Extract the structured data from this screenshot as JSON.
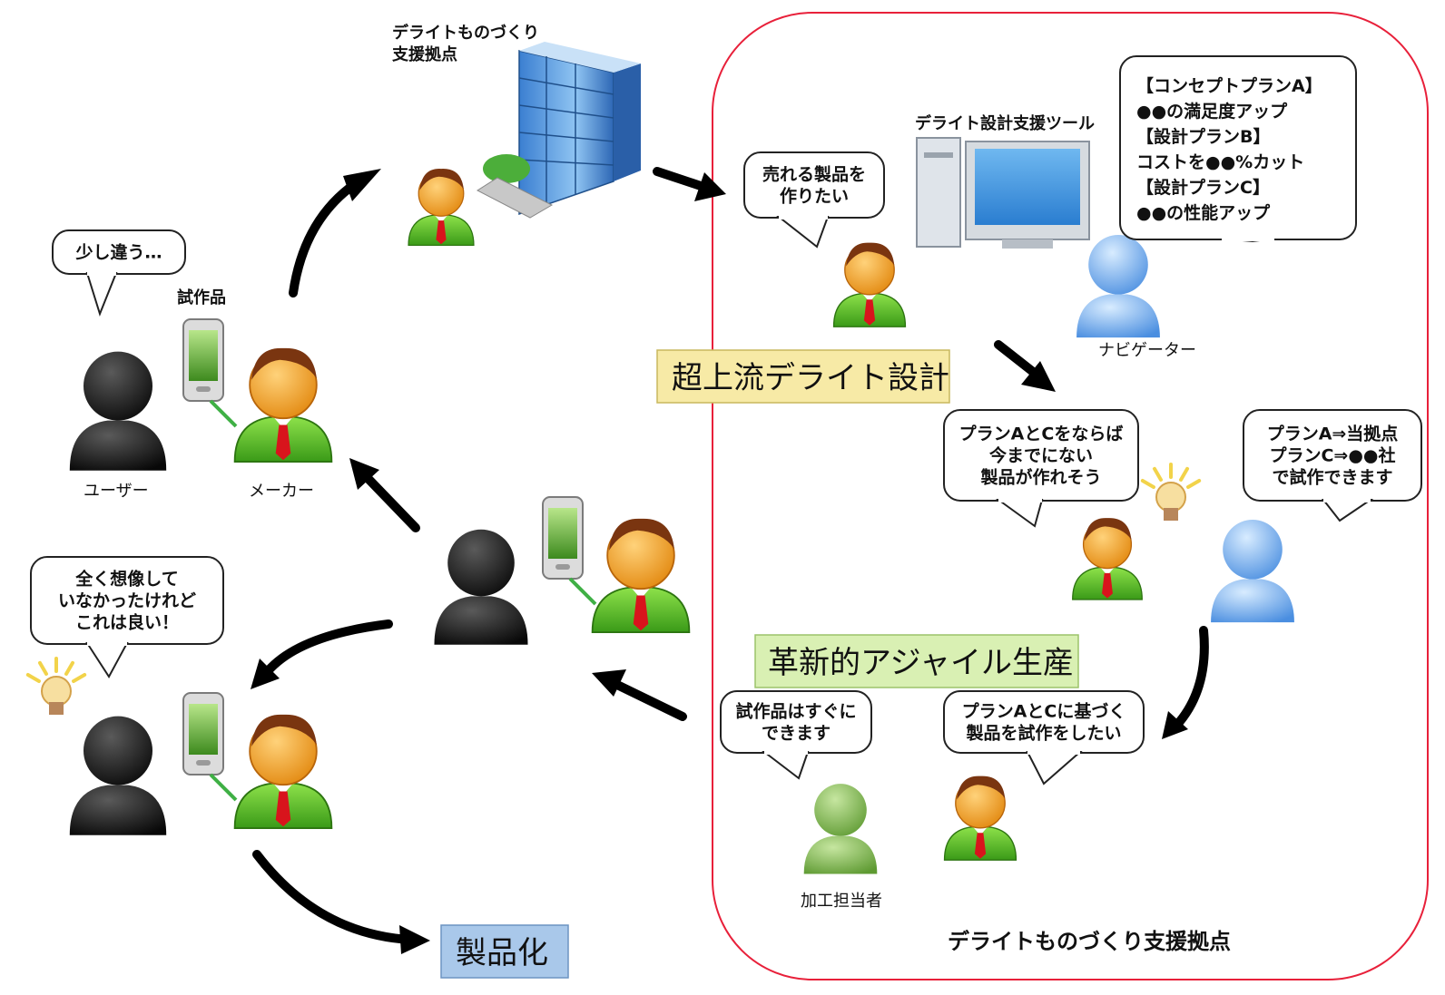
{
  "hub_label": [
    "デライトものづくり",
    "支援拠点"
  ],
  "region_label": "デライトものづくり支援拠点",
  "tool_label": "デライト設計支援ツール",
  "labels": {
    "prototype": "試作品",
    "user": "ユーザー",
    "maker": "メーカー",
    "navigator": "ナビゲーター",
    "machining": "加工担当者"
  },
  "highlights": {
    "upstream": "超上流デライト設計",
    "agile": "革新的アジャイル生産",
    "productization": "製品化"
  },
  "bubbles": {
    "user_feedback": [
      "少し違う…"
    ],
    "user_delight": [
      "全く想像して",
      "いなかったけれど",
      "これは良い！"
    ],
    "maker_want": [
      "売れる製品を",
      "作りたい"
    ],
    "navigator_plans": [
      "【コンセプトプランA】",
      "●●の満足度アップ",
      "【設計プランB】",
      "コストを●●%カット",
      "【設計プランC】",
      "●●の性能アップ"
    ],
    "maker_idea": [
      "プランAとCをならば",
      "今までにない",
      "製品が作れそう"
    ],
    "navigator_sites": [
      "プランA⇒当拠点",
      "プランC⇒●●社",
      "で試作できます"
    ],
    "maker_trial": [
      "プランAとCに基づく",
      "製品を試作をしたい"
    ],
    "machining_reply": [
      "試作品はすぐに",
      "できます"
    ]
  },
  "colors": {
    "region_border": "#e8203a",
    "upstream_bg": "#f7eaa6",
    "agile_bg": "#d9f0b3",
    "product_bg": "#a9c8ea"
  }
}
